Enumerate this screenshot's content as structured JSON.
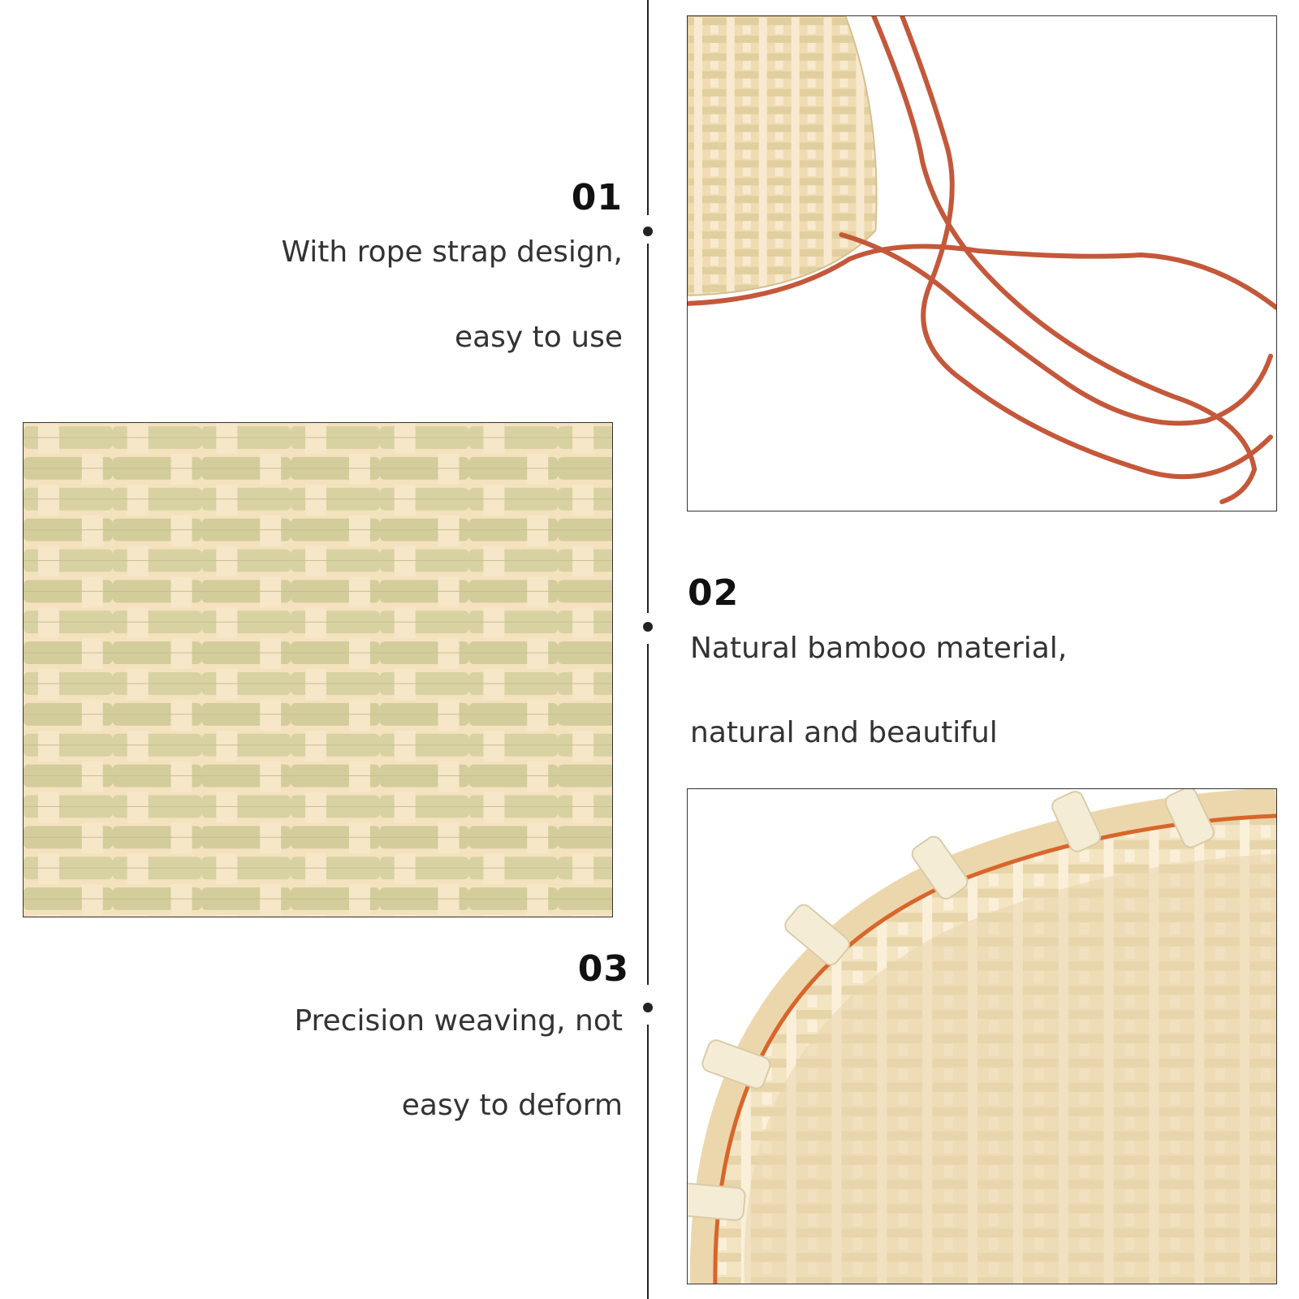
{
  "features": [
    {
      "number": "01",
      "line1": "With rope strap design,",
      "line2": "easy to use"
    },
    {
      "number": "02",
      "line1": "Natural bamboo material,",
      "line2": "natural and beautiful"
    },
    {
      "number": "03",
      "line1": "Precision weaving, not",
      "line2": "easy to deform"
    }
  ],
  "images": {
    "rope": "basket-with-red-rope-photo",
    "weave": "bamboo-weave-closeup-photo",
    "rim": "basket-rim-interior-photo"
  },
  "colors": {
    "rope": "#c4583a",
    "bamboo_light": "#f2dfb8",
    "bamboo_green": "#d9d3a4",
    "rim_orange": "#d9652b",
    "timeline": "#222222"
  }
}
